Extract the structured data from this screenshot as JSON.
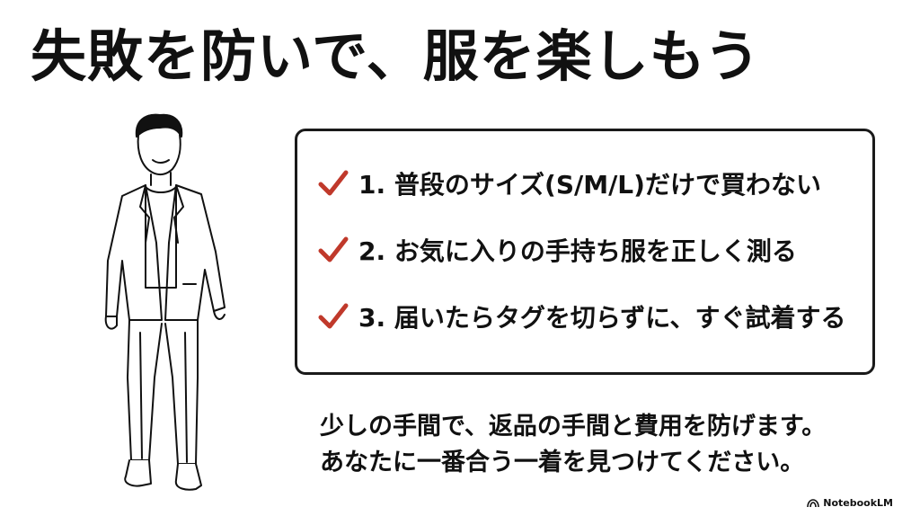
{
  "title": "失敗を防いで、服を楽しもう",
  "checklist": [
    {
      "icon": "checkmark-icon",
      "text": "1. 普段のサイズ(S/M/L)だけで買わない"
    },
    {
      "icon": "checkmark-icon",
      "text": "2. お気に入りの手持ち服を正しく測る"
    },
    {
      "icon": "checkmark-icon",
      "text": "3. 届いたらタグを切らずに、すぐ試着する"
    }
  ],
  "footer": {
    "line1": "少しの手間で、返品の手間と費用を防げます。",
    "line2": "あなたに一番合う一着を見つけてください。"
  },
  "brand": {
    "icon": "notebooklm-logo-icon",
    "name": "NotebookLM"
  },
  "colors": {
    "check": "#c0392b",
    "text": "#111111",
    "border": "#1a1a1a"
  }
}
